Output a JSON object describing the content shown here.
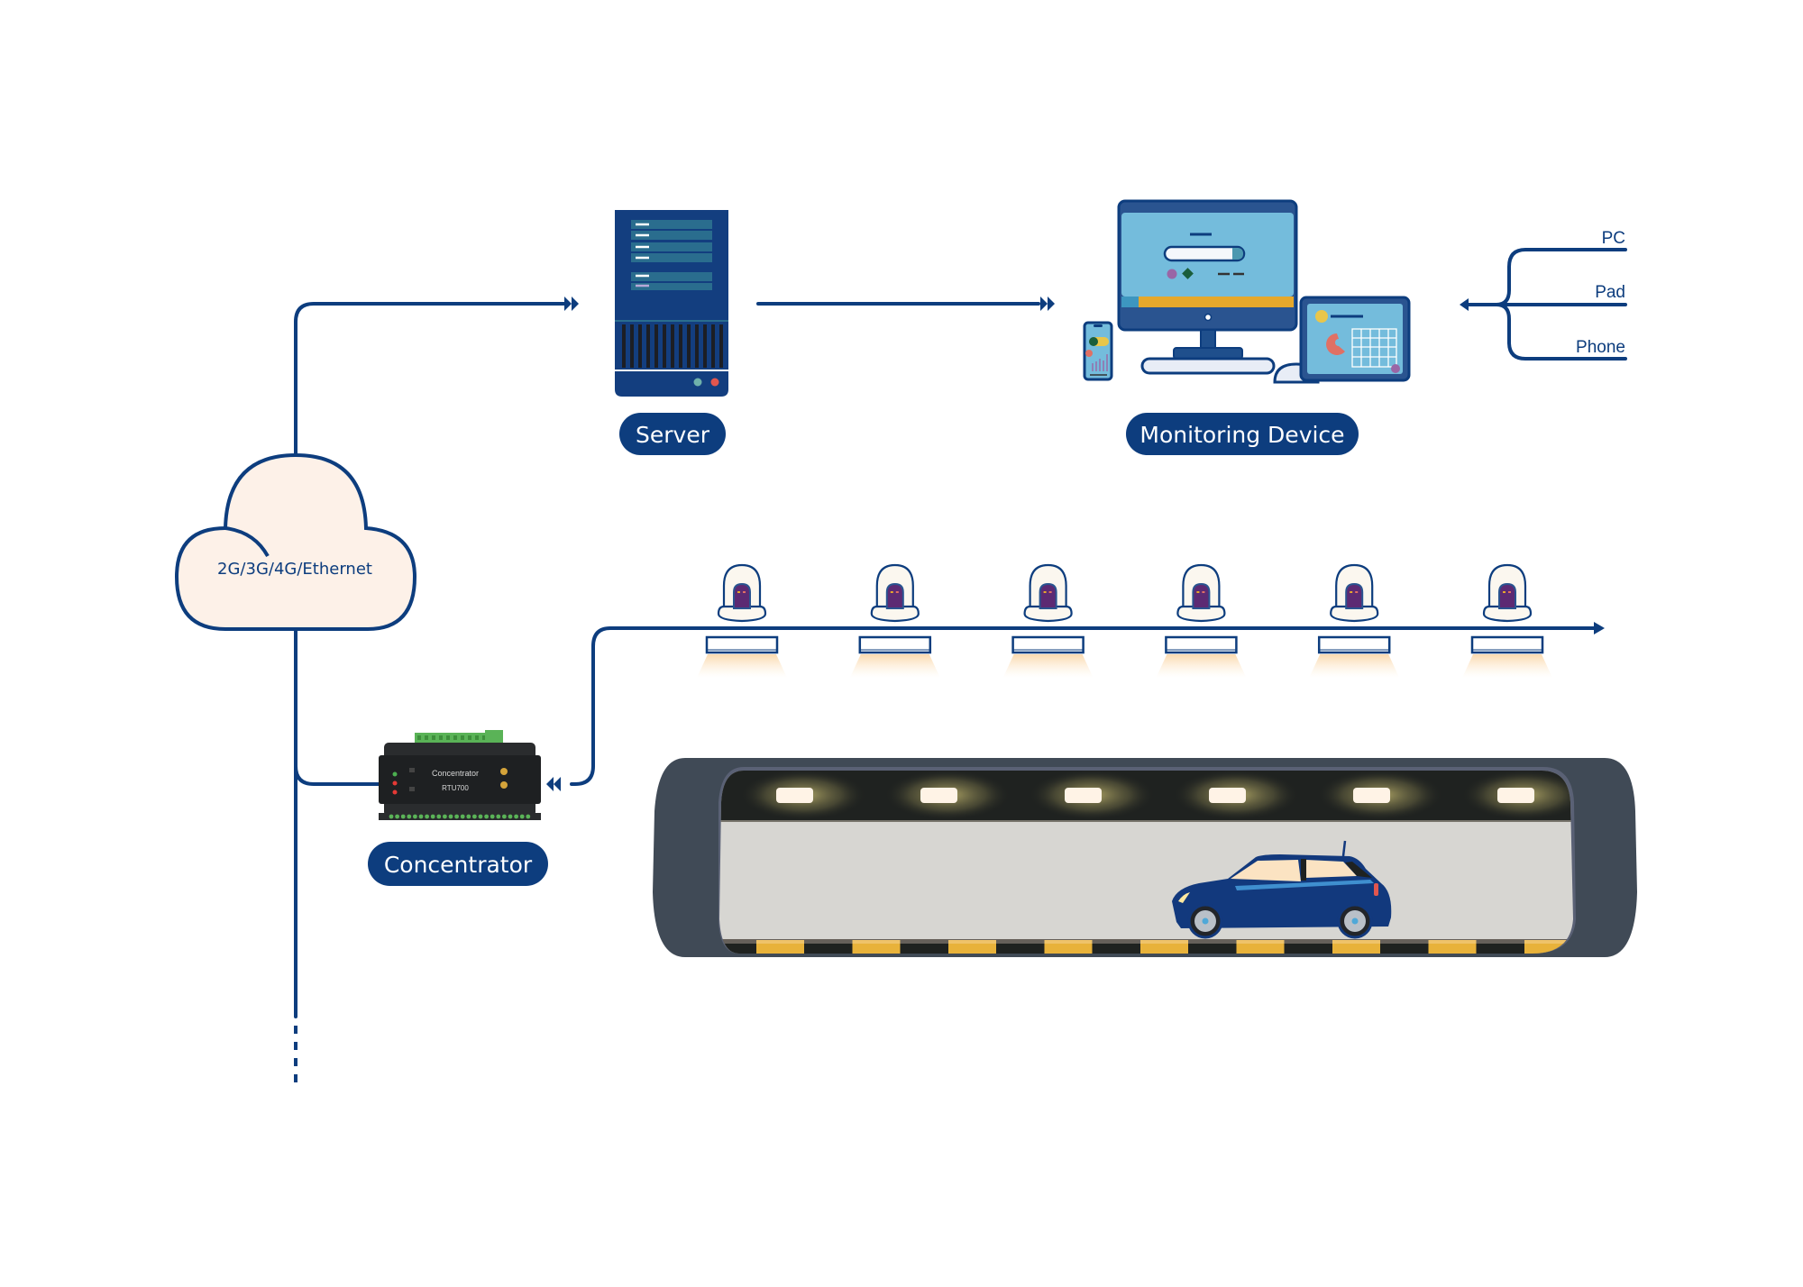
{
  "diagram": {
    "title": "Tunnel lighting monitoring system topology",
    "colors": {
      "line": "#0d3d7e",
      "pill": "#0d3d7e",
      "cloud_fill": "#fdf1e8",
      "tunnel_shell": "#404a56",
      "tunnel_wall": "#d7d6d2",
      "tunnel_ceiling": "#1f2220",
      "road_yellow": "#e8b23a",
      "car_body": "#12397d",
      "lamp_light": "#fff3e6"
    },
    "network": {
      "label": "2G/3G/4G/Ethernet",
      "icon": "cloud-icon"
    },
    "server": {
      "label": "Server",
      "icon": "server-icon"
    },
    "monitoring": {
      "label": "Monitoring Device",
      "icon": "computer-tablet-phone-icon",
      "endpoints": [
        {
          "label": "PC"
        },
        {
          "label": "Pad"
        },
        {
          "label": "Phone"
        }
      ]
    },
    "concentrator": {
      "label": "Concentrator",
      "device_name": "Concentrator",
      "device_model": "RTU700",
      "icon": "concentrator-device-icon"
    },
    "controllers": {
      "count": 6,
      "icon": "single-lamp-controller-icon"
    },
    "tunnel": {
      "lamp_count": 6,
      "icon": "tunnel-icon",
      "vehicle_icon": "car-icon"
    }
  }
}
